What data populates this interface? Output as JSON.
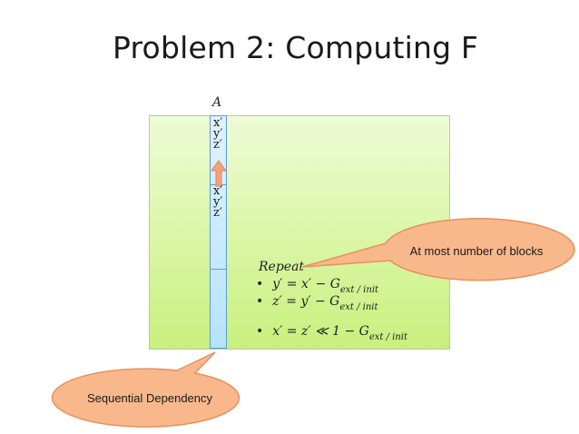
{
  "title": "Problem 2: Computing F",
  "column_label": "A",
  "block_top": [
    "x′",
    "y′",
    "z′"
  ],
  "block_mid": [
    "x′",
    "y′",
    "z′"
  ],
  "repeat_label": "Repeat",
  "steps": [
    {
      "lhs": "y′ = x′ − G",
      "sub": "ext / init"
    },
    {
      "lhs": "z′ = y′ − G",
      "sub": "ext / init"
    },
    {
      "lhs": "x′ = z′ ≪ 1 − G",
      "sub": "ext / init"
    }
  ],
  "bullet_char": "•",
  "callouts": {
    "blocks": "At most number of blocks",
    "dependency": "Sequential Dependency"
  },
  "colors": {
    "panel": "#ddf7ac",
    "column": "#b6e3fb",
    "arrow": "#f4a07a",
    "callout": "#f8b88c"
  }
}
